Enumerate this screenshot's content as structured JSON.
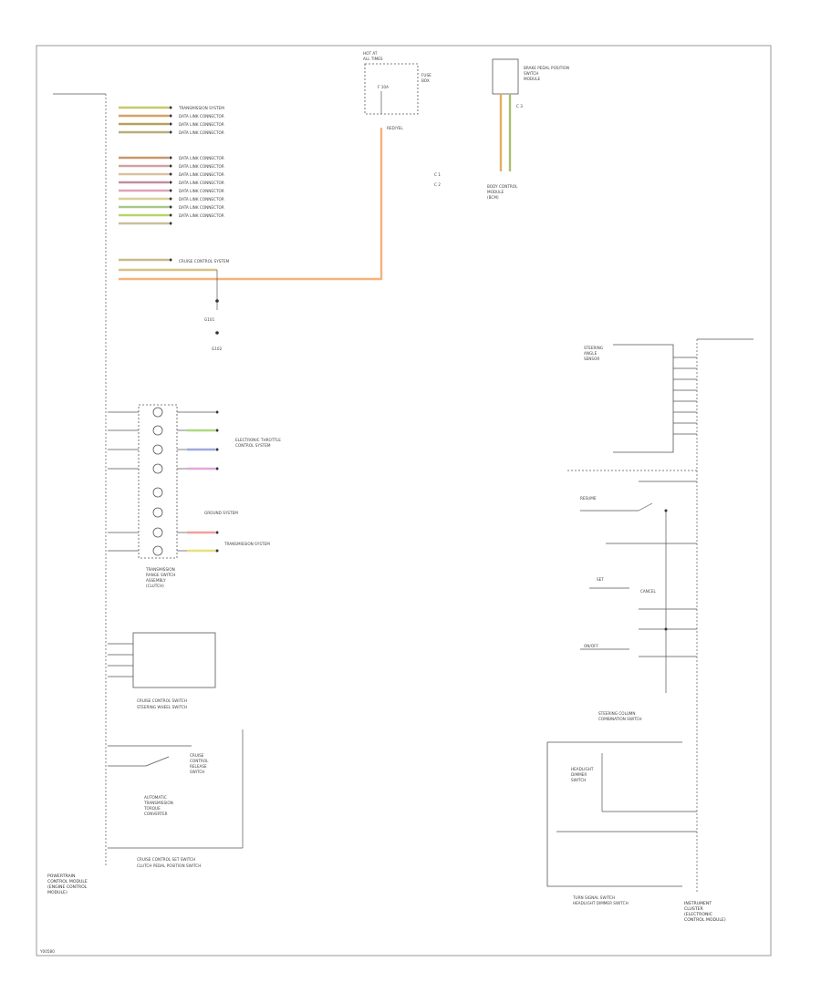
{
  "diagram": {
    "footer_code": "Y00580",
    "left_module": {
      "label_lines": [
        "POWERTRAIN",
        "CONTROL MODULE",
        "(ENGINE CONTROL",
        "MODULE)"
      ]
    },
    "right_module": {
      "label_lines": [
        "INSTRUMENT",
        "CLUSTER",
        "(ELECTRONIC",
        "CONTROL MODULE)"
      ]
    },
    "fuse_box": {
      "title_lines": [
        "HOT AT",
        "ALL TIMES"
      ],
      "side_lines": [
        "FUSE",
        "BOX"
      ],
      "fuse_label": "F 10A",
      "wire_note": "RED/YEL",
      "g_lines": [
        "C 1",
        "C 2"
      ]
    },
    "top_right_module": {
      "title_lines": [
        "BRAKE PEDAL POSITION",
        "SWITCH",
        "MODULE"
      ],
      "pin": "C 3",
      "bottom_lines": [
        "BODY CONTROL",
        "MODULE",
        "(BCM)"
      ]
    },
    "left_pin_labels": [
      "TRANSMISSION SYSTEM",
      "DATA LINK CONNECTOR",
      "DATA LINK CONNECTOR",
      "DATA LINK CONNECTOR",
      "DATA LINK CONNECTOR",
      "DATA LINK CONNECTOR",
      "DATA LINK CONNECTOR",
      "DATA LINK CONNECTOR",
      "DATA LINK CONNECTOR",
      "DATA LINK CONNECTOR",
      "DATA LINK CONNECTOR",
      "DATA LINK CONNECTOR"
    ],
    "cruise_feed_label": "CRUISE CONTROL SYSTEM",
    "ground": {
      "label": "G101",
      "bottom": "G102"
    },
    "middle_switch": {
      "right_labels": [
        "ELECTRONIC THROTTLE",
        "CONTROL SYSTEM",
        "GROUND SYSTEM",
        "TRANSMISSION SYSTEM"
      ],
      "title_lines": [
        "TRANSMISSION",
        "RANGE SWITCH",
        "ASSEMBLY",
        "(CLUTCH)"
      ]
    },
    "cruise_switch": {
      "label_lines": [
        "CRUISE CONTROL SWITCH",
        "STEERING WHEEL SWITCH"
      ]
    },
    "cruise_release": {
      "inner_lines": [
        "CRUISE",
        "CONTROL",
        "RELEASE",
        "SWITCH"
      ],
      "inner_lines2": [
        "AUTOMATIC",
        "TRANSMISSION",
        "TORQUE",
        "CONVERTER"
      ],
      "label_lines": [
        "CRUISE CONTROL SET SWITCH",
        "CLUTCH PEDAL POSITION SWITCH"
      ]
    },
    "steering_sensor": {
      "label_lines": [
        "STEERING",
        "ANGLE",
        "SENSOR"
      ]
    },
    "combo_switch": {
      "label_lines": [
        "STEERING COLUMN",
        "COMBINATION SWITCH"
      ],
      "items": [
        "RESUME",
        "SET",
        "CANCEL",
        "ON/OFF"
      ]
    },
    "turn_switch": {
      "inner_lines": [
        "HEADLIGHT",
        "DIMMER",
        "SWITCH"
      ],
      "label_lines": [
        "TURN SIGNAL SWITCH",
        "HEADLIGHT DIMMER SWITCH"
      ]
    }
  }
}
